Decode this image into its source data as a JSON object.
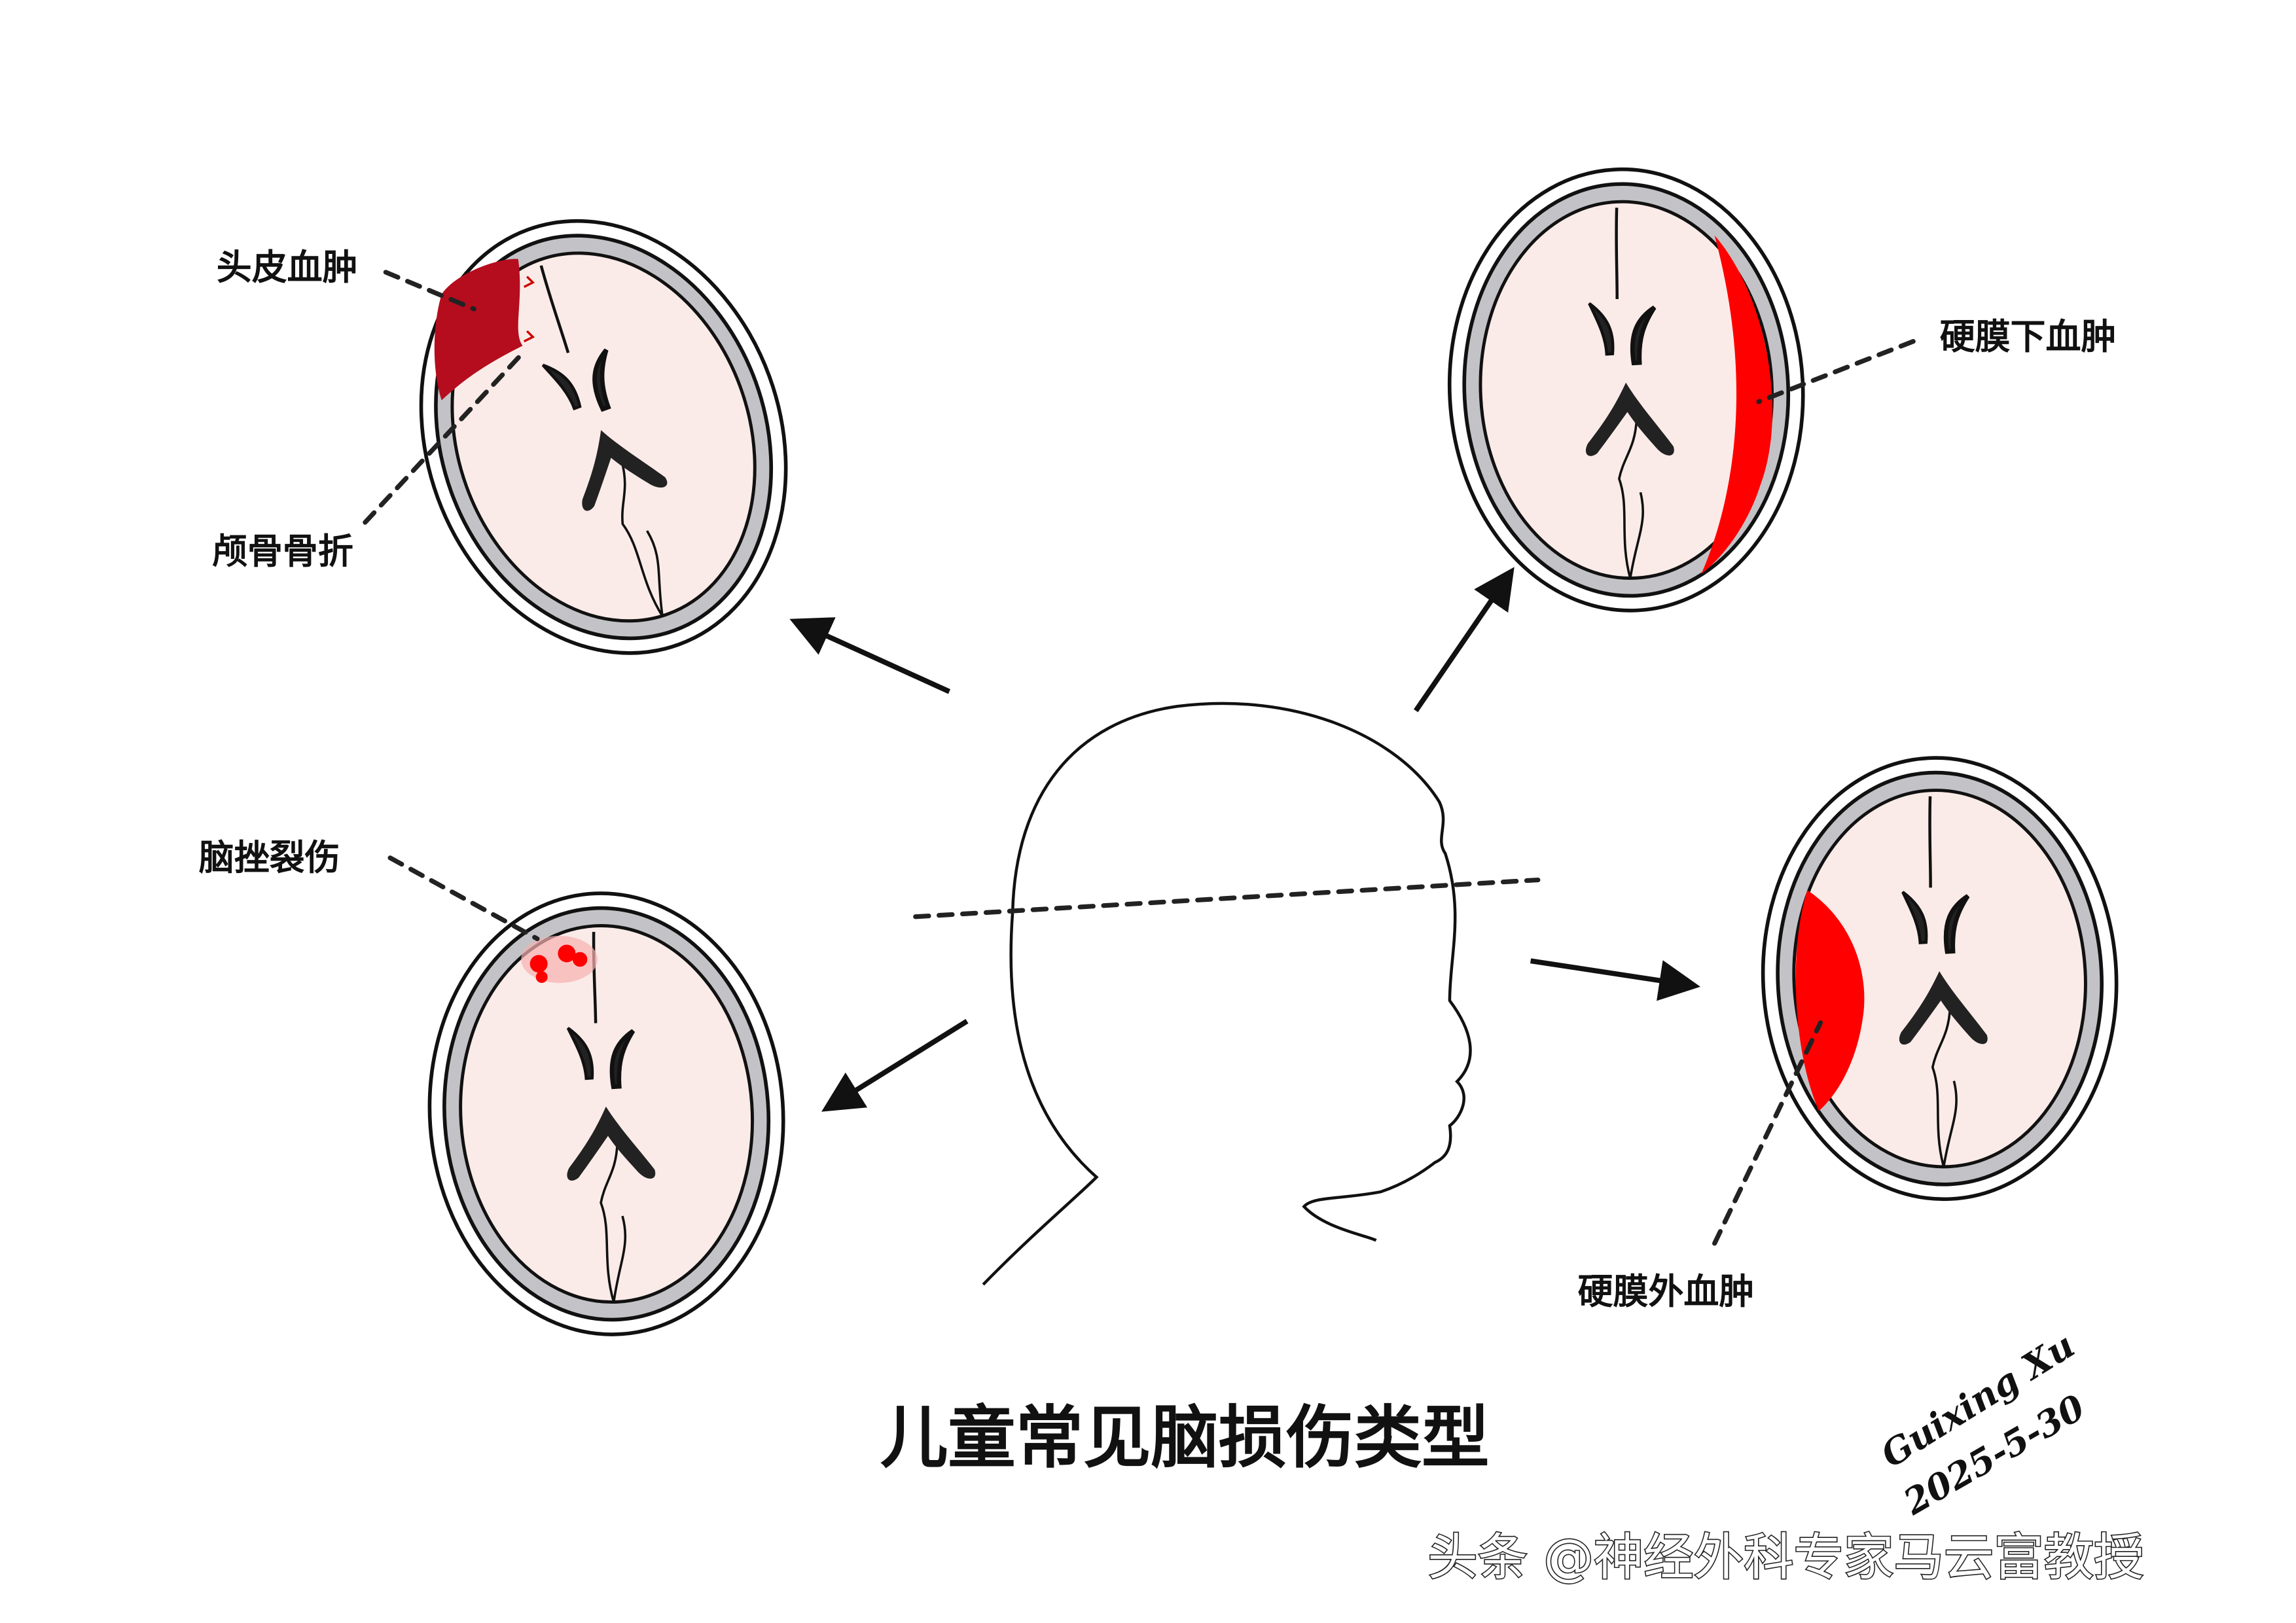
{
  "title": "儿童常见脑损伤类型",
  "labels": {
    "scalp_hematoma": "头皮血肿",
    "skull_fracture": "颅骨骨折",
    "subdural_hematoma": "硬膜下血肿",
    "contusion": "脑挫裂伤",
    "epidural_hematoma": "硬膜外血肿"
  },
  "signature": {
    "name": "Guixing Xu",
    "date": "2025-5-30"
  },
  "watermark": "头条 @神经外科专家马云富教授",
  "colors": {
    "scalp_hematoma": "#b50d1e",
    "bleed": "#ff0000",
    "brain": "#fbebe8",
    "skull": "#c3c3c7"
  }
}
